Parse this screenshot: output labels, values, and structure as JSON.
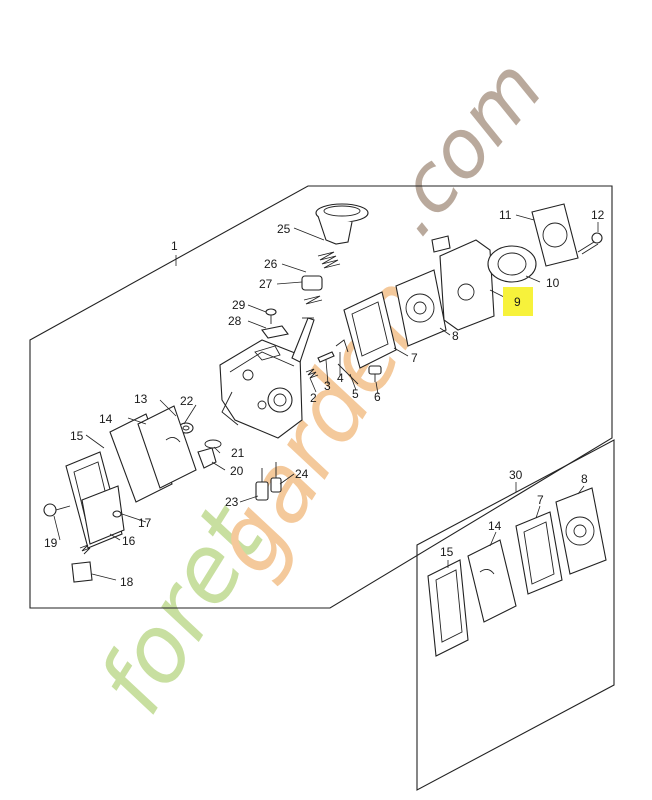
{
  "watermark": {
    "prefix": "foret",
    "middle": "garden",
    "suffix": ".com",
    "colors": {
      "green": "#c8dfa0",
      "orange": "#f4c99b",
      "brown": "#b9a99c"
    }
  },
  "highlight": {
    "label": "9",
    "color": "#f7f23b"
  },
  "labels": {
    "l1": "1",
    "l2": "2",
    "l3": "3",
    "l4": "4",
    "l5": "5",
    "l6": "6",
    "l7": "7",
    "l8": "8",
    "l9": "9",
    "l10": "10",
    "l11": "11",
    "l12": "12",
    "l13": "13",
    "l14": "14",
    "l15": "15",
    "l16": "16",
    "l17": "17",
    "l18": "18",
    "l19": "19",
    "l20": "20",
    "l21": "21",
    "l22": "22",
    "l23": "23",
    "l24": "24",
    "l25": "25",
    "l26": "26",
    "l27": "27",
    "l28": "28",
    "l29": "29",
    "l30": "30",
    "k15": "15",
    "k14": "14",
    "k7": "7",
    "k8": "8"
  }
}
